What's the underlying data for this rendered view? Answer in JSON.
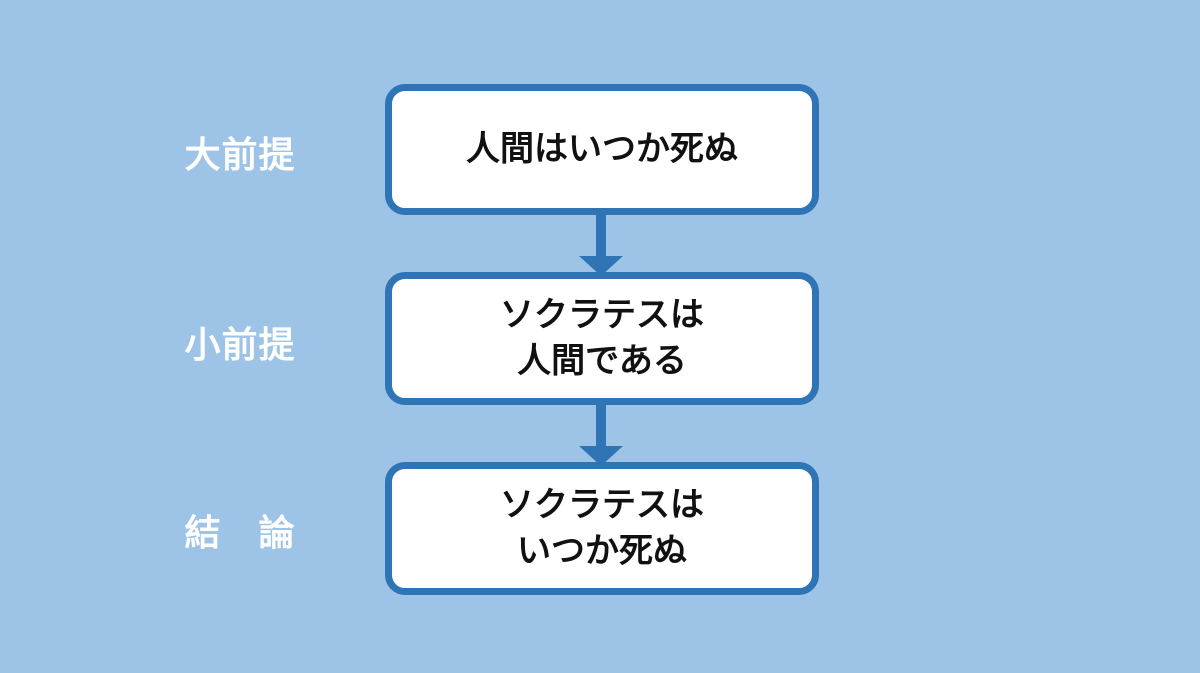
{
  "colors": {
    "background": "#9dc3e6",
    "accent": "#2f75b6",
    "box_fill": "#ffffff",
    "label_text": "#ffffff"
  },
  "flow": {
    "steps": [
      {
        "label": "大前提",
        "lines": [
          "人間はいつか死ぬ"
        ]
      },
      {
        "label": "小前提",
        "lines": [
          "ソクラテスは",
          "人間である"
        ]
      },
      {
        "label": "結　論",
        "lines": [
          "ソクラテスは",
          "いつか死ぬ"
        ]
      }
    ]
  }
}
